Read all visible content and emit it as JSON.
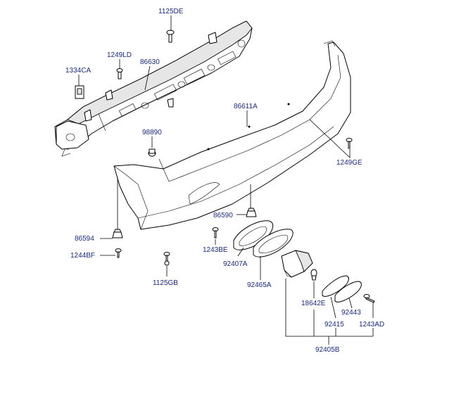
{
  "diagram": {
    "labels": {
      "p1125DE": "1125DE",
      "p1249LD": "1249LD",
      "p86630": "86630",
      "p1334CA": "1334CA",
      "p86611A": "86611A",
      "p98890": "98890",
      "p1249GE": "1249GE",
      "p86590": "86590",
      "p86594": "86594",
      "p1243BE": "1243BE",
      "p1244BF": "1244BF",
      "p92407A": "92407A",
      "p1125GB": "1125GB",
      "p92465A": "92465A",
      "p18642E": "18642E",
      "p92443": "92443",
      "p92415": "92415",
      "p1243AD": "1243AD",
      "p92405B": "92405B"
    }
  }
}
